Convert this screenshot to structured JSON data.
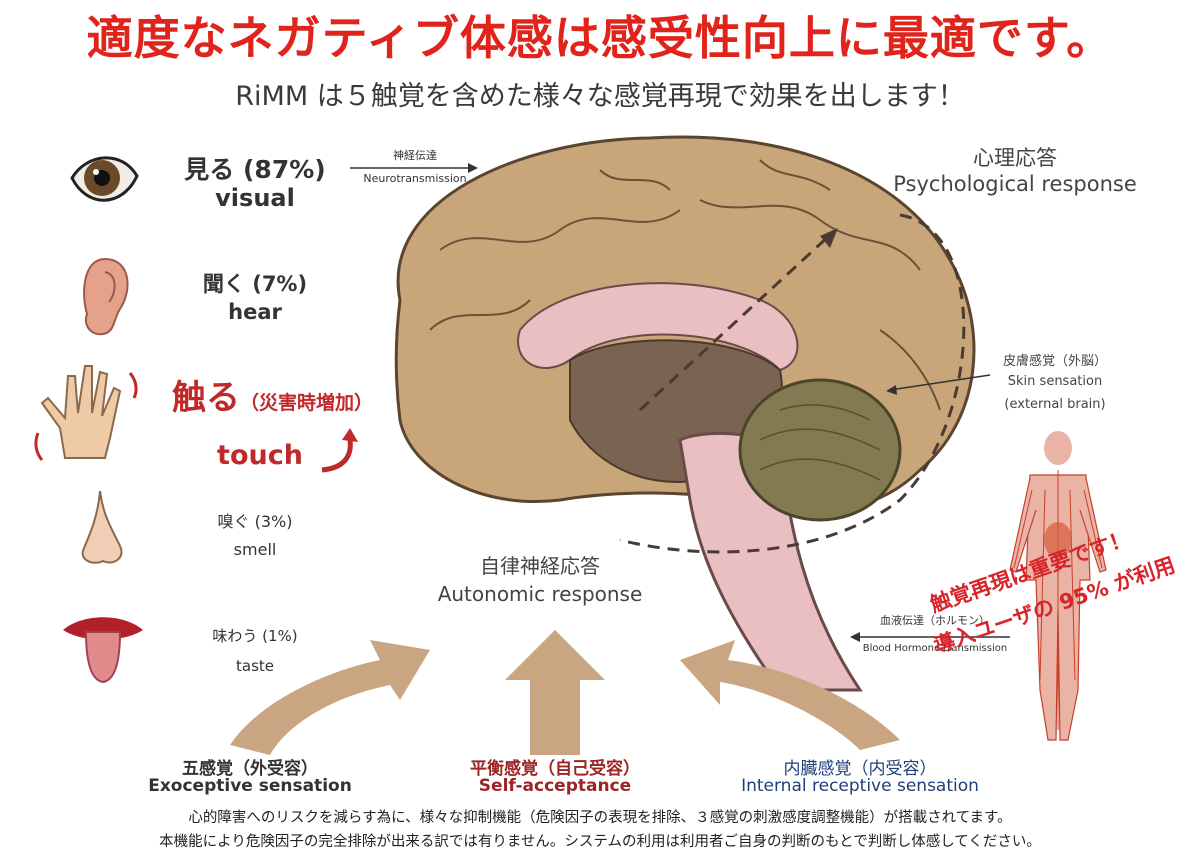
{
  "header": {
    "title": "適度なネガティブ体感は感受性向上に最適です。",
    "subtitle": "RiMM は５触覚を含めた様々な感覚再現で効果を出します！"
  },
  "senses": [
    {
      "jp": "見る (87%)",
      "en": "visual",
      "icon": "eye-icon"
    },
    {
      "jp": "聞く (7%)",
      "en": "hear",
      "icon": "ear-icon"
    },
    {
      "jp": "触る",
      "jp_note": "（災害時増加）",
      "en": "touch",
      "icon": "hand-icon"
    },
    {
      "jp": "嗅ぐ (3%)",
      "en": "smell",
      "icon": "nose-icon"
    },
    {
      "jp": "味わう (1%)",
      "en": "taste",
      "icon": "mouth-icon"
    }
  ],
  "diagram": {
    "neuro_jp": "神経伝達",
    "neuro_en": "Neurotransmission",
    "psych_jp": "心理応答",
    "psych_en": "Psychological response",
    "skin_jp": "皮膚感覚（外脳）",
    "skin_en1": "Skin sensation",
    "skin_en2": "(external brain)",
    "auto_jp": "自律神経応答",
    "auto_en": "Autonomic response",
    "blood_jp": "血液伝達（ホルモン）",
    "blood_en": "Blood Hormone transmission",
    "overlay_line1": "触覚再現は重要です！",
    "overlay_line2": "導入ユーザの 95% が利用"
  },
  "bottom": {
    "exo_jp": "五感覚（外受容）",
    "exo_en": "Exoceptive sensation",
    "self_jp": "平衡感覚（自己受容）",
    "self_en": "Self-acceptance",
    "int_jp": "内臓感覚（内受容）",
    "int_en": "Internal receptive sensation"
  },
  "notes": {
    "line1": "心的障害へのリスクを減らす為に、様々な抑制機能（危険因子の表現を排除、３感覚の刺激感度調整機能）が搭載されてます。",
    "line2": "本機能により危険因子の完全排除が出来る訳では有りません。システムの利用は利用者ご自身の判断のもとで判断し体感してください。"
  },
  "colors": {
    "title_red": "#e0231b",
    "touch_red": "#c0282a",
    "self_red": "#9c2424",
    "internal_blue": "#1f3f7a",
    "overlay_red": "#d8242a",
    "brain_tan": "#c9a57a"
  }
}
